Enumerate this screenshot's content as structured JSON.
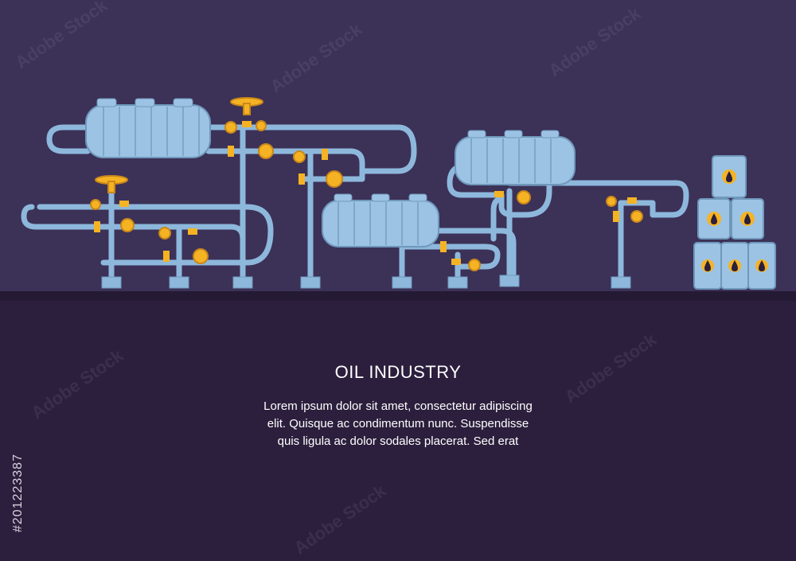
{
  "scene": {
    "accent_pipe": "#8db8dc",
    "valve_color": "#f5b324",
    "tank_color": "#9cc3e4"
  },
  "heading": "OIL INDUSTRY",
  "paragraph_lines": [
    "Lorem ipsum dolor sit amet, consectetur adipiscing",
    "elit. Quisque ac condimentum nunc. Suspendisse",
    "quis ligula ac dolor sodales placerat. Sed erat"
  ],
  "stock_id": "#201223387",
  "watermark_text": "Adobe Stock"
}
